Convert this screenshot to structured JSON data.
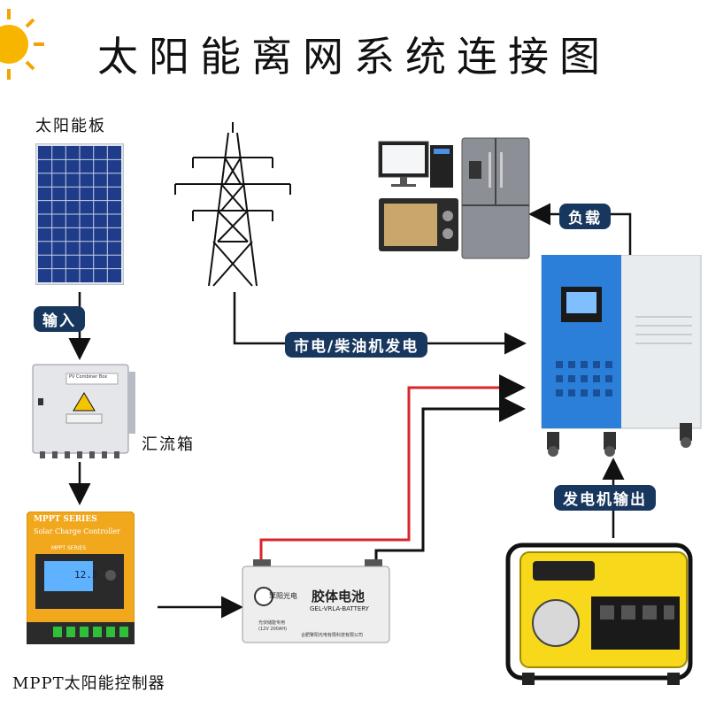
{
  "title": "太阳能离网系统连接图",
  "labels": {
    "solar_panel": "太阳能板",
    "combiner_box": "汇流箱",
    "controller": "MPPT太阳能控制器"
  },
  "pills": {
    "input": "输入",
    "grid": "市电/柴油机发电",
    "load": "负载",
    "generator_output": "发电机输出"
  },
  "device_text": {
    "combiner_plate": "PV Combiner Box",
    "controller_series": "MPPT SERIES",
    "controller_name": "Solar Charge Controller",
    "controller_small": "MPPT SERIES",
    "controller_display": "12.5",
    "battery_brand": "擎阳光电",
    "battery_type": "胶体电池",
    "battery_sub": "GEL-VRLA-BATTERY",
    "battery_spec1": "光伏储能专用",
    "battery_spec2": "(12V 200AH)",
    "battery_maker": "合肥擎阳光电有限科技有限公司"
  },
  "colors": {
    "pill": "#17375e",
    "red_wire": "#d9262a",
    "inverter_blue": "#2b7fd9",
    "controller_yellow": "#f2a81d",
    "generator_yellow": "#f7d81a"
  }
}
